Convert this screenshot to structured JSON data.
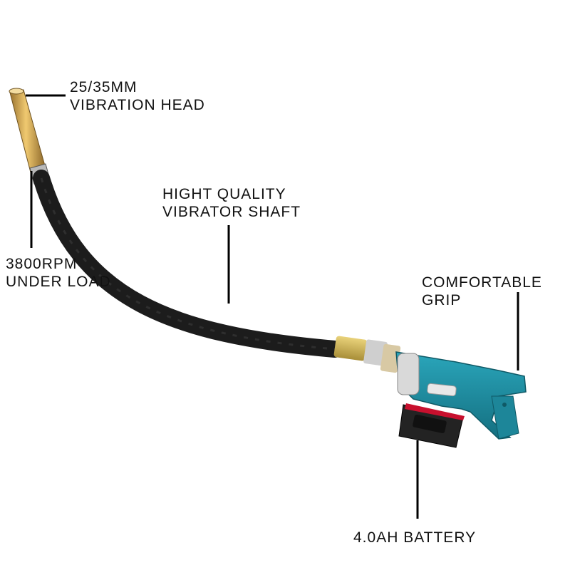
{
  "callouts": {
    "vibration_head": {
      "line1": "25/35MM",
      "line2": "VIBRATION HEAD"
    },
    "rpm": {
      "line1": "3800RPM",
      "line2": "UNDER LOAD"
    },
    "shaft": {
      "line1": "HIGHT QUALITY",
      "line2": "VIBRATOR SHAFT"
    },
    "grip": {
      "line1": "COMFORTABLE",
      "line2": "GRIP"
    },
    "battery": {
      "line1": "4.0AH BATTERY"
    }
  },
  "colors": {
    "background": "#ffffff",
    "text": "#111111",
    "hose": "#1c1c1c",
    "head_metal": "#d9a441",
    "body_teal": "#1f8fa3",
    "battery": "#232323",
    "battery_accent": "#c8102e"
  },
  "product": {
    "icon_name": "concrete-vibrator-illustration"
  }
}
